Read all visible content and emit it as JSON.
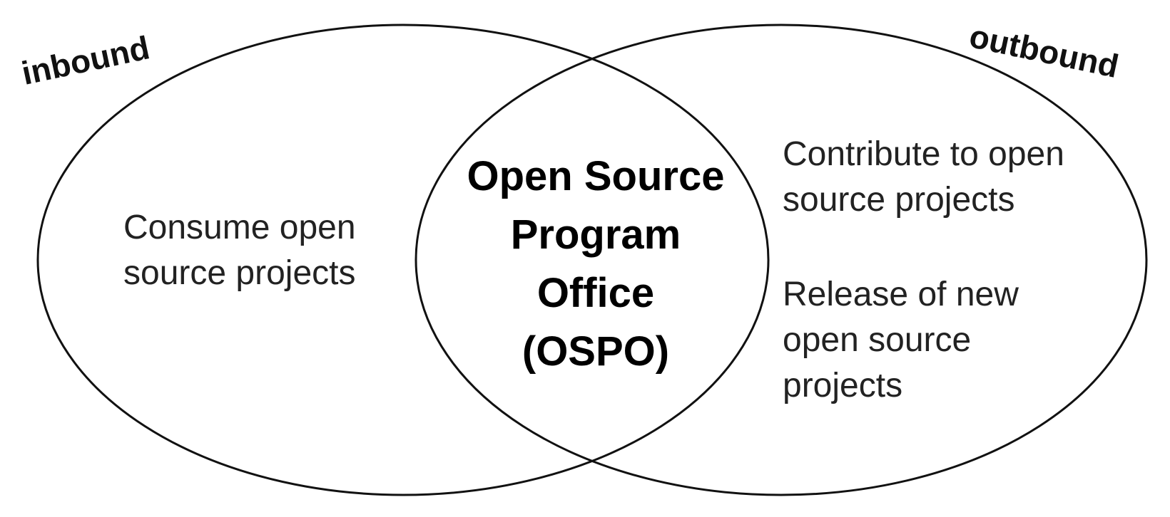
{
  "diagram": {
    "type": "venn",
    "sets": [
      {
        "label": "inbound",
        "lines": [
          "Consume open",
          "source projects"
        ]
      },
      {
        "label": "outbound",
        "lines_1": [
          "Contribute to open",
          "source projects"
        ],
        "lines_2": [
          "Release of new",
          "open source",
          "projects"
        ]
      }
    ],
    "intersection": {
      "lines": [
        "Open Source",
        "Program",
        "Office",
        "(OSPO)"
      ]
    }
  },
  "colors": {
    "stroke": "#111111",
    "text": "#222222",
    "background": "#ffffff"
  }
}
